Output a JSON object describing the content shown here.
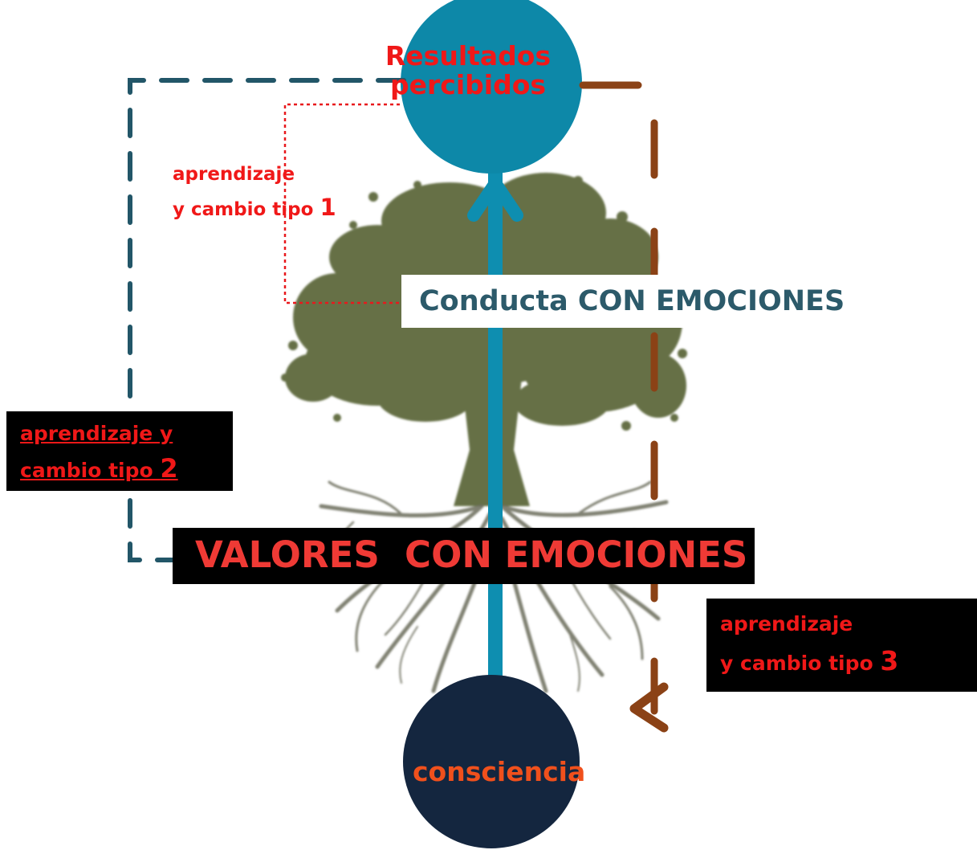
{
  "top_node": {
    "label_line1": "Resultados",
    "label_line2": "percibidos"
  },
  "bottom_node": {
    "label": "consciencia"
  },
  "middle_label": "Conducta CON EMOCIONES",
  "values_label": "VALORES  CON EMOCIONES",
  "loop1": {
    "line1": "aprendizaje",
    "line2": "y cambio tipo ",
    "number": "1"
  },
  "loop2": {
    "line1": "aprendizaje y",
    "line2": "cambio tipo ",
    "number": "2"
  },
  "loop3": {
    "line1": "aprendizaje",
    "line2": "y cambio tipo ",
    "number": "3"
  },
  "colors": {
    "top_circle": "#0d88a8",
    "bottom_circle": "#14263f",
    "center_arrow": "#0e8eb0",
    "loop1_line": "#e8181c",
    "loop2_line": "#225668",
    "loop3_line": "#8b4216",
    "label_red": "#f01818",
    "values_text": "#ef3a35",
    "conducta_text": "#2c5a6a",
    "consciencia_text": "#f0501c",
    "tree_foliage": "#5e6a3e",
    "tree_roots": "#6a6b5a"
  },
  "icons": {
    "tree": "tree-illustration"
  }
}
